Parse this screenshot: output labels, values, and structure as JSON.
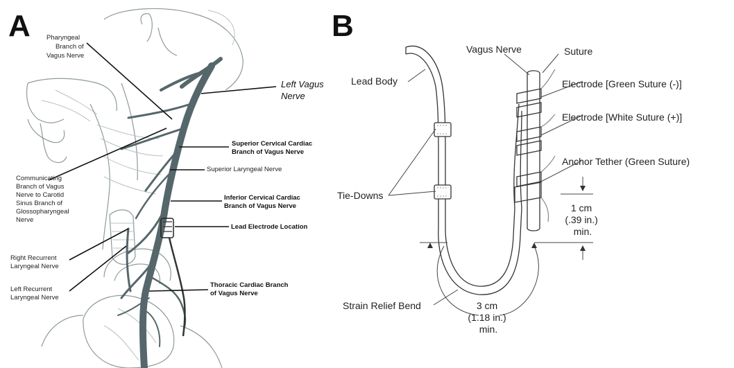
{
  "panels": {
    "a": {
      "letter": "A",
      "labels": {
        "pharyngeal": [
          "Pharyngeal",
          "Branch of",
          "Vagus Nerve"
        ],
        "left_vagus": [
          "Left Vagus",
          "Nerve"
        ],
        "sup_cervical": [
          "Superior Cervical Cardiac",
          "Branch of Vagus Nerve"
        ],
        "communicating": [
          "Communicating",
          "Branch of Vagus",
          "Nerve to Carotid",
          "Sinus Branch of",
          "Glossopharyngeal",
          "Nerve"
        ],
        "sup_laryngeal": [
          "Superior Laryngeal Nerve"
        ],
        "inf_cervical": [
          "Inferior Cervical Cardiac",
          "Branch of Vagus Nerve"
        ],
        "lead_electrode": [
          "Lead Electrode Location"
        ],
        "right_recurrent": [
          "Right Recurrent",
          "Laryngeal Nerve"
        ],
        "left_recurrent": [
          "Left Recurrent",
          "Laryngeal Nerve"
        ],
        "thoracic": [
          "Thoracic Cardiac Branch",
          "of Vagus Nerve"
        ]
      }
    },
    "b": {
      "letter": "B",
      "labels": {
        "vagus_nerve": "Vagus Nerve",
        "suture": "Suture",
        "lead_body": "Lead Body",
        "electrode_green": "Electrode [Green Suture (-)]",
        "electrode_white": "Electrode [White Suture (+)]",
        "anchor_tether": "Anchor Tether (Green Suture)",
        "tie_downs": "Tie-Downs",
        "strain_relief": "Strain Relief Bend",
        "dim_1cm": [
          "1 cm",
          "(.39 in.)",
          "min."
        ],
        "dim_3cm": [
          "3 cm",
          "(1.18 in.)",
          "min."
        ]
      }
    }
  }
}
